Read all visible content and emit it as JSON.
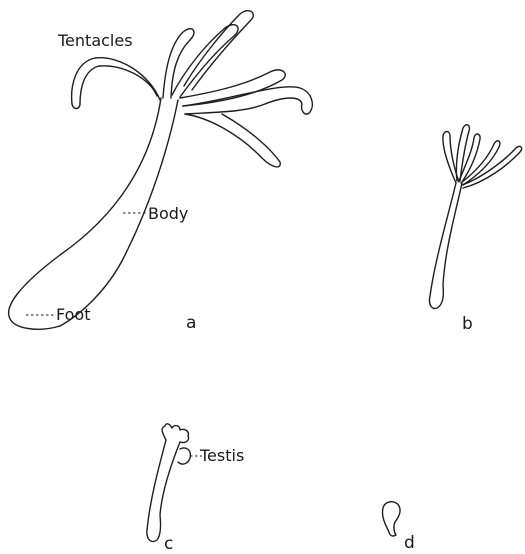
{
  "figure": {
    "labels": {
      "tentacles": "Tentacles",
      "body": "Body",
      "foot": "Foot",
      "testis": "Testis"
    },
    "panel_letters": [
      "a",
      "b",
      "c",
      "d"
    ]
  }
}
